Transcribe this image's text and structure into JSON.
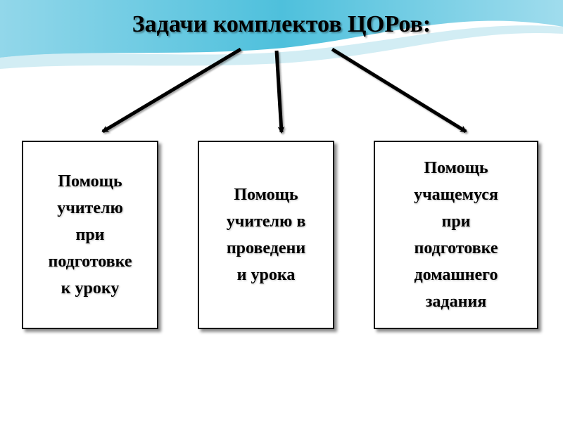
{
  "title": "Задачи комплектов ЦОРов:",
  "colors": {
    "accent": "#2fb5d6",
    "light": "#cdebf3",
    "arrow": "#000000"
  },
  "boxes": [
    {
      "lines": [
        "Помощь",
        "учителю",
        "при",
        "подготовке",
        "к уроку"
      ]
    },
    {
      "lines": [
        "Помощь",
        "учителю в",
        "проведени",
        "и урока"
      ]
    },
    {
      "lines": [
        "Помощь",
        "учащемуся",
        "при",
        "подготовке",
        "домашнего",
        "задания"
      ]
    }
  ]
}
